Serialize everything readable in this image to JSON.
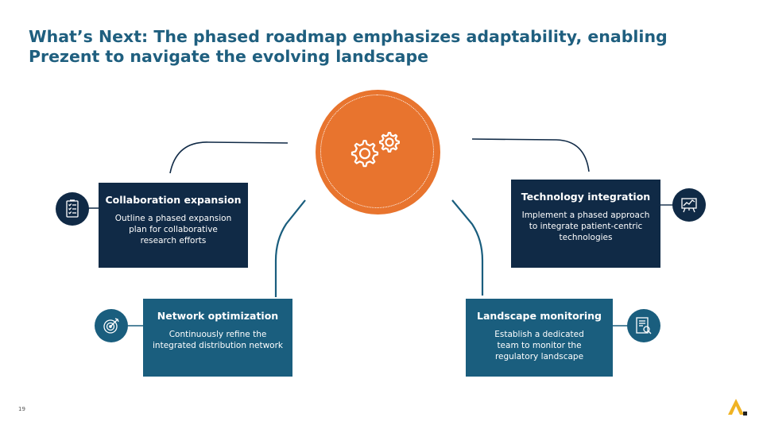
{
  "slide": {
    "title": "What’s Next: The phased roadmap emphasizes adaptability, enabling Prezent to navigate the evolving landscape",
    "page_number": "19"
  },
  "cards": {
    "collab": {
      "title": "Collaboration expansion",
      "desc": "Outline a phased expansion plan for collaborative research efforts"
    },
    "tech": {
      "title": "Technology integration",
      "desc": "Implement a phased approach to integrate patient-centric technologies"
    },
    "network": {
      "title": "Network optimization",
      "desc": "Continuously refine the integrated distribution network"
    },
    "landscape": {
      "title": "Landscape monitoring",
      "desc": "Establish a dedicated team to monitor the regulatory landscape"
    }
  },
  "icons": {
    "hub": "gears-icon",
    "collab": "checklist-icon",
    "tech": "chart-board-icon",
    "network": "target-icon",
    "landscape": "document-search-icon",
    "logo": "prezent-logo-icon"
  },
  "colors": {
    "title": "#1f5f7f",
    "hub": "#e8742e",
    "dark_card": "#102a46",
    "teal_card": "#1a5e7e",
    "logo": "#f0b323"
  }
}
